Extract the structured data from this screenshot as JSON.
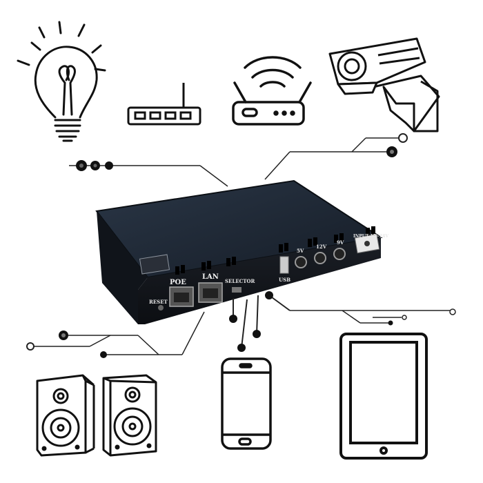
{
  "device": {
    "port_labels": {
      "reset": "RESET",
      "poe": "POE",
      "lan": "LAN",
      "selector": "SELECTOR",
      "usb": "USB",
      "v5": "5V",
      "v12": "12V",
      "v9": "9V",
      "input": "INPUT 15~24V"
    }
  },
  "icons": [
    "light-bulb-icon",
    "switch-icon",
    "wifi-router-icon",
    "cctv-camera-icon",
    "speakers-icon",
    "smartphone-icon",
    "tablet-icon"
  ],
  "colors": {
    "device_body": "#1c2430",
    "line": "#222222",
    "background": "#ffffff"
  }
}
